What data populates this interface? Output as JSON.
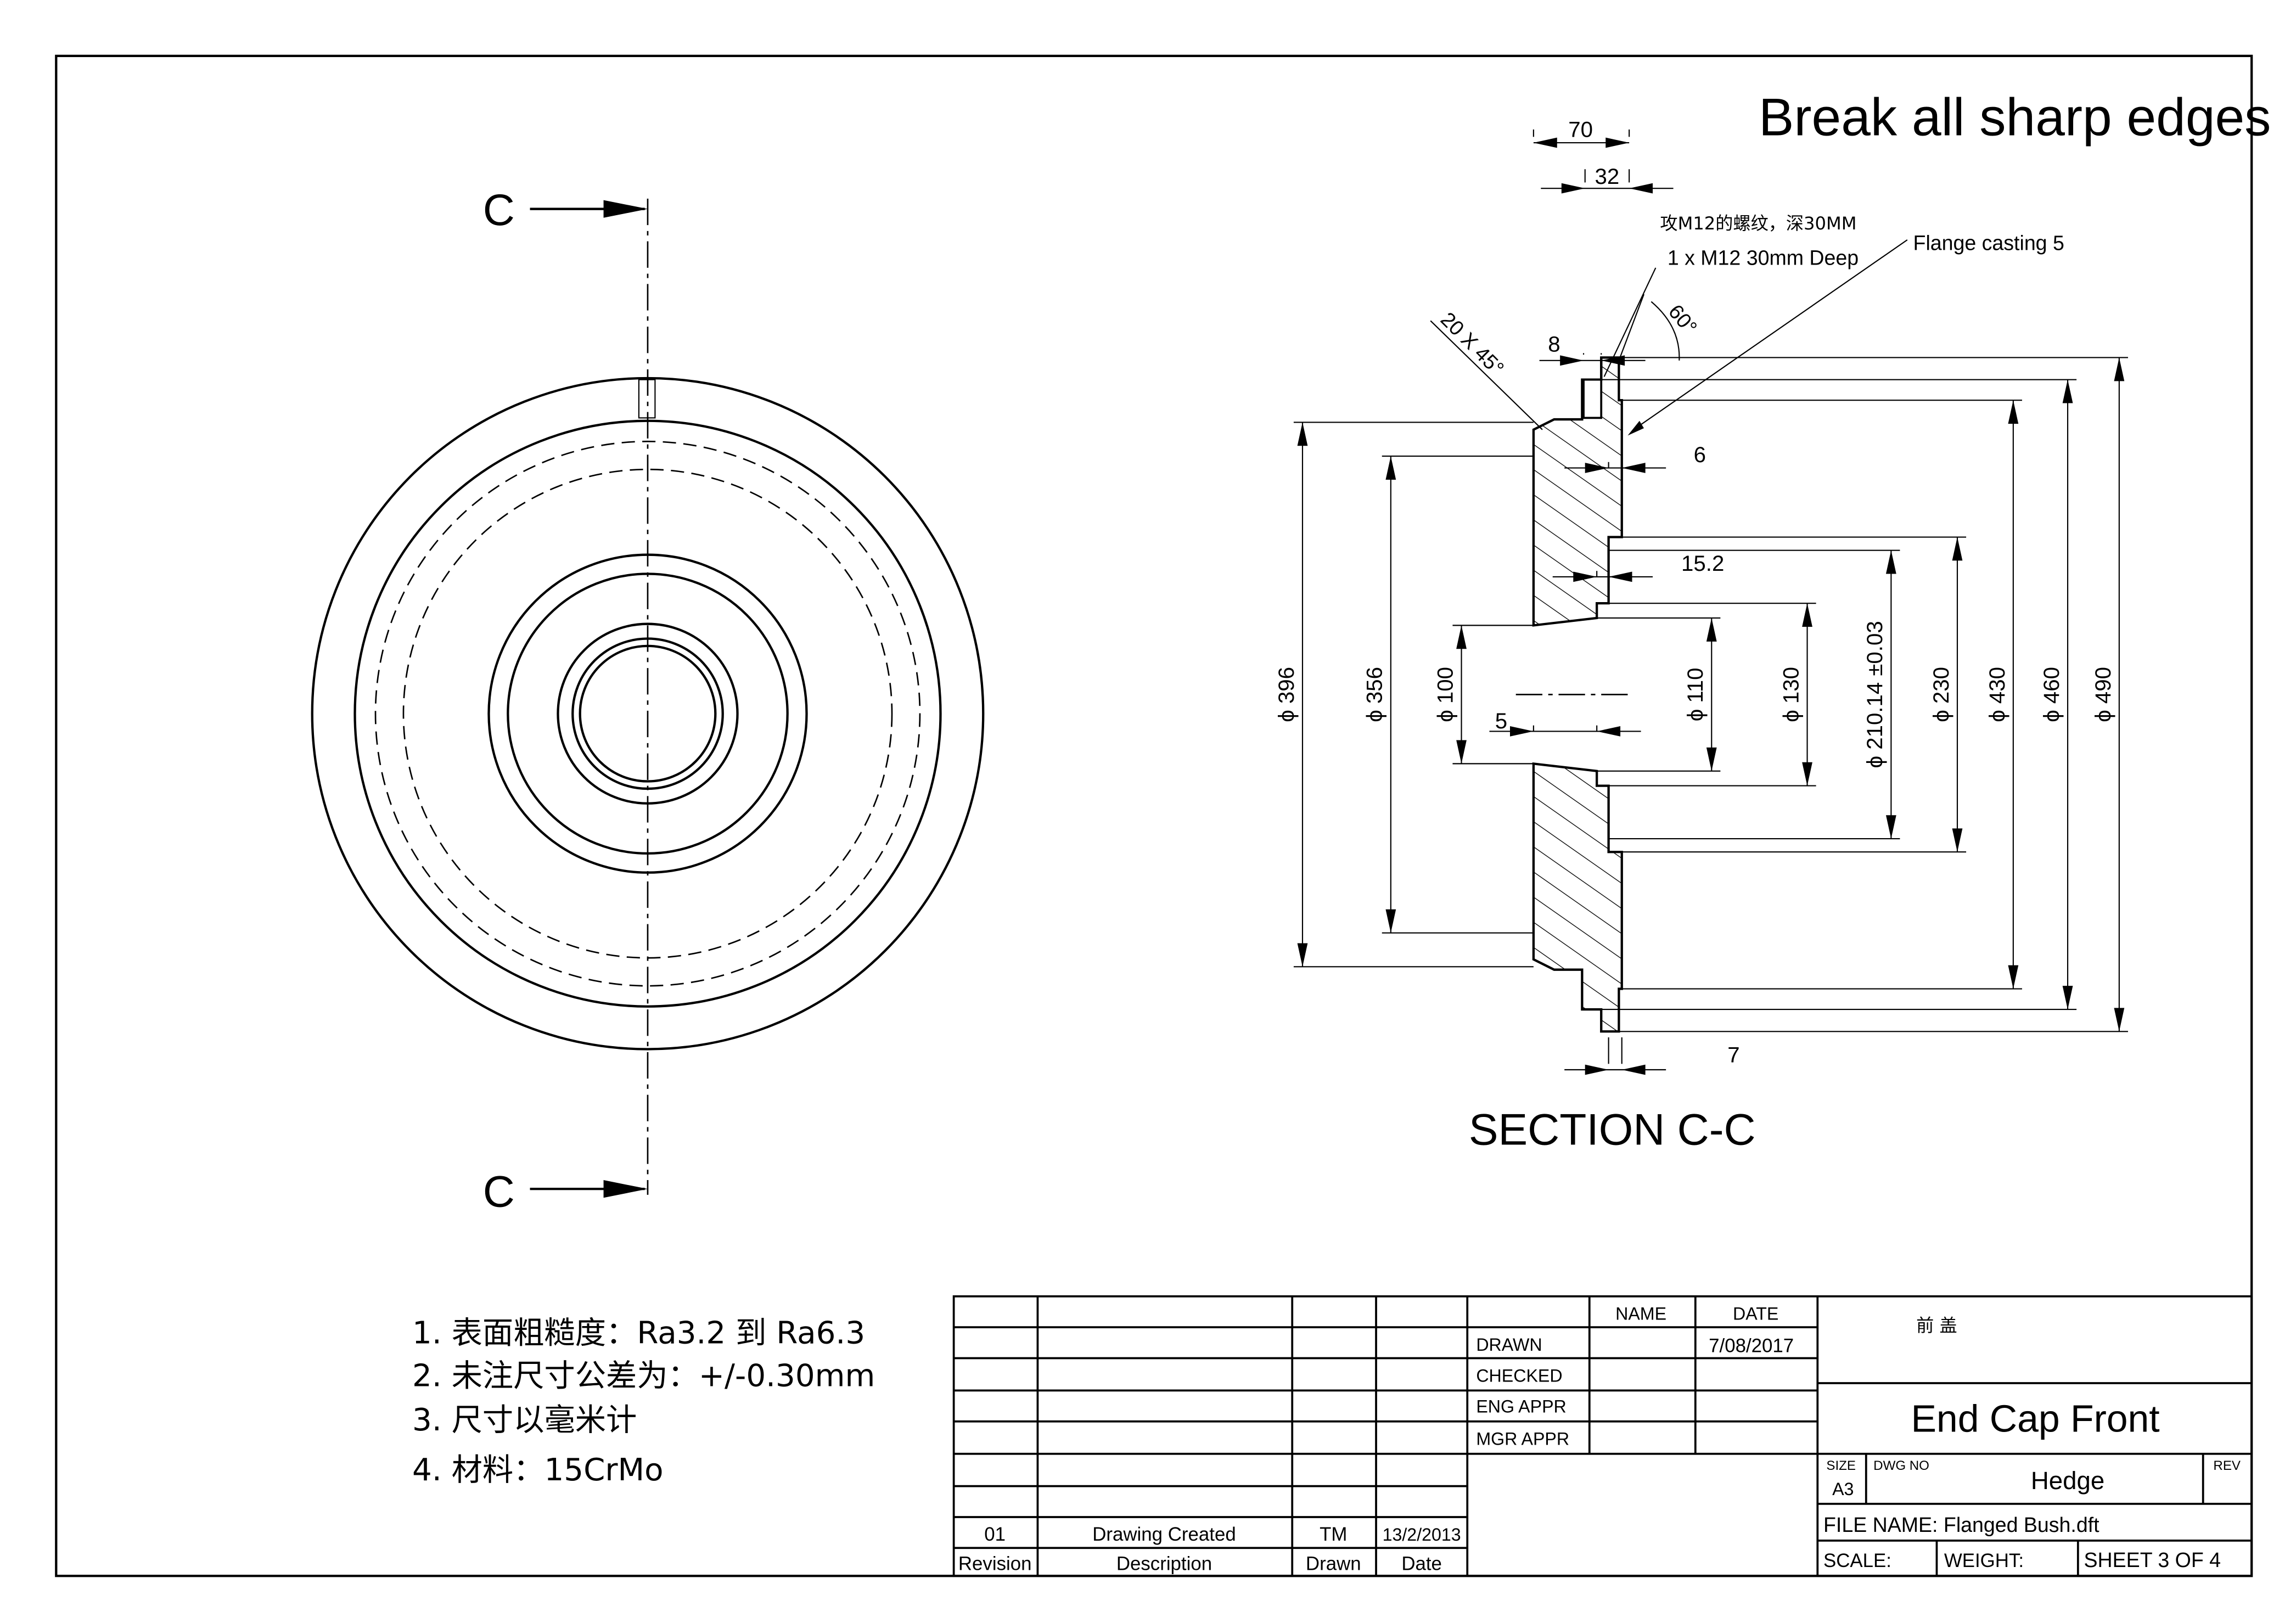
{
  "note_top": "Break all sharp edges",
  "section_marks": {
    "top": "C",
    "bottom": "C"
  },
  "section_title": "SECTION C-C",
  "callouts": {
    "thread_cn": "攻M12的螺纹，深30MM",
    "thread_en": "1 x M12 30mm Deep",
    "flange": "Flange casting 5",
    "chamfer": "20 X 45°",
    "angle": "60°"
  },
  "linear_dims": {
    "d70": "70",
    "d32": "32",
    "d8": "8",
    "d6": "6",
    "d15": "15.2",
    "d5": "5",
    "d7": "7"
  },
  "diameter_dims": [
    "ϕ 396",
    "ϕ 356",
    "ϕ 100",
    "ϕ 110",
    "ϕ 130",
    "ϕ 210.14 ±0.03",
    "ϕ 230",
    "ϕ 430",
    "ϕ 460",
    "ϕ 490"
  ],
  "notes": [
    "1. 表面粗糙度：Ra3.2 到 Ra6.3",
    "2. 未注尺寸公差为：+/-0.30mm",
    "3. 尺寸以毫米计",
    "4. 材料：15CrMo"
  ],
  "title_block": {
    "revision_row": {
      "rev": "01",
      "description": "Drawing Created",
      "drawn": "TM",
      "date": "13/2/2013"
    },
    "revision_headers": {
      "rev": "Revision",
      "description": "Description",
      "drawn": "Drawn",
      "date": "Date"
    },
    "name_header": "NAME",
    "date_header": "DATE",
    "roles": [
      "DRAWN",
      "CHECKED",
      "ENG APPR",
      "MGR APPR"
    ],
    "drawn_date": "7/08/2017",
    "company_cn": "前 盖",
    "title": "End Cap Front",
    "size_label": "SIZE",
    "size": "A3",
    "dwg_no_label": "DWG NO",
    "dwg_no": "Hedge",
    "rev_label": "REV",
    "file_name": "FILE NAME: Flanged Bush.dft",
    "scale": "SCALE:",
    "weight": "WEIGHT:",
    "sheet": "SHEET 3 OF 4"
  }
}
